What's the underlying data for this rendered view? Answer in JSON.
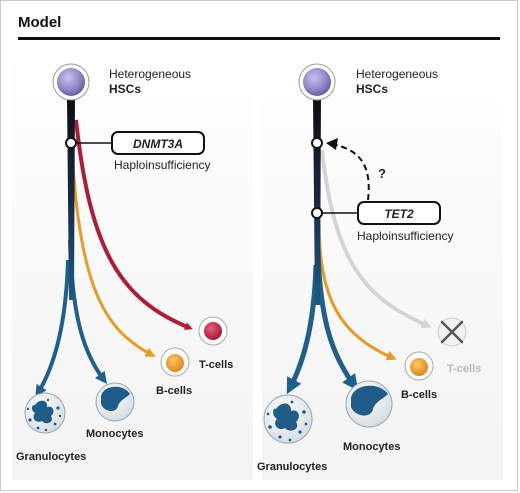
{
  "header": {
    "title": "Model"
  },
  "left": {
    "stem_cells_line1": "Heterogeneous",
    "stem_cells_line2": "HSCs",
    "mutation_gene": "DNMT3A",
    "mutation_effect": "Haploinsufficiency",
    "tcell_label": "T-cells",
    "bcell_label": "B-cells",
    "monocyte_label": "Monocytes",
    "granulocyte_label": "Granulocytes"
  },
  "right": {
    "stem_cells_line1": "Heterogeneous",
    "stem_cells_line2": "HSCs",
    "mutation_gene": "TET2",
    "mutation_effect": "Haploinsufficiency",
    "question_mark": "?",
    "tcell_label": "T-cells",
    "bcell_label": "B-cells",
    "monocyte_label": "Monocytes",
    "granulocyte_label": "Granulocytes"
  },
  "colors": {
    "trunk": "#1b3f66",
    "tcell_lineage": "#b01c35",
    "bcell_lineage": "#e89a23",
    "myeloid_lineage": "#1e5f8c",
    "faded_lineage": "#d4d4d4",
    "hsc": "#8f88c9"
  }
}
